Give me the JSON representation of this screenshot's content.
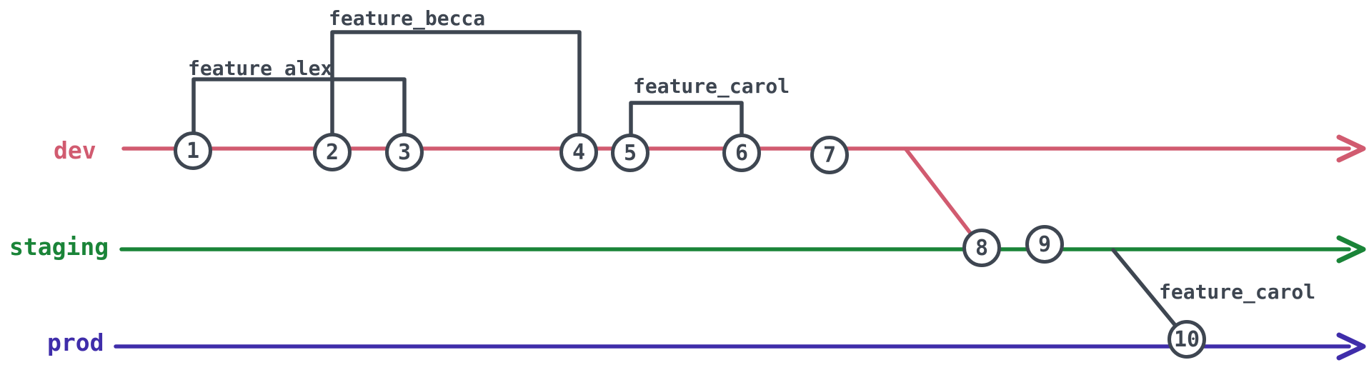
{
  "colors": {
    "background": "#ffffff",
    "ink": "#3e4651",
    "dev": "#d15b70",
    "staging": "#1a8438",
    "prod": "#3f2daa",
    "commit_fill": "#ffffff"
  },
  "diagram": {
    "type": "git-branch-graph",
    "branches": [
      {
        "name": "dev",
        "color": "#d15b70",
        "commits": [
          "1",
          "2",
          "3",
          "4",
          "5",
          "6",
          "7"
        ]
      },
      {
        "name": "staging",
        "color": "#1a8438",
        "commits": [
          "8",
          "9"
        ]
      },
      {
        "name": "prod",
        "color": "#3f2daa",
        "commits": [
          "10"
        ]
      }
    ],
    "feature_branches": [
      {
        "label": "feature_alex",
        "from_commit": "1",
        "merged_at_commit": "3"
      },
      {
        "label": "feature_becca",
        "from_commit": "2",
        "merged_at_commit": "4"
      },
      {
        "label": "feature_carol",
        "from_commit": "5",
        "merged_at_commit": "6"
      },
      {
        "label": "feature_carol",
        "from_branch": "staging",
        "merged_at_commit": "10"
      }
    ],
    "merges": [
      {
        "from_branch": "dev",
        "to_branch": "staging",
        "at_commit": "8"
      }
    ],
    "commits": [
      {
        "id": "1",
        "branch": "dev"
      },
      {
        "id": "2",
        "branch": "dev"
      },
      {
        "id": "3",
        "branch": "dev"
      },
      {
        "id": "4",
        "branch": "dev"
      },
      {
        "id": "5",
        "branch": "dev"
      },
      {
        "id": "6",
        "branch": "dev"
      },
      {
        "id": "7",
        "branch": "dev"
      },
      {
        "id": "8",
        "branch": "staging"
      },
      {
        "id": "9",
        "branch": "staging"
      },
      {
        "id": "10",
        "branch": "prod"
      }
    ]
  }
}
